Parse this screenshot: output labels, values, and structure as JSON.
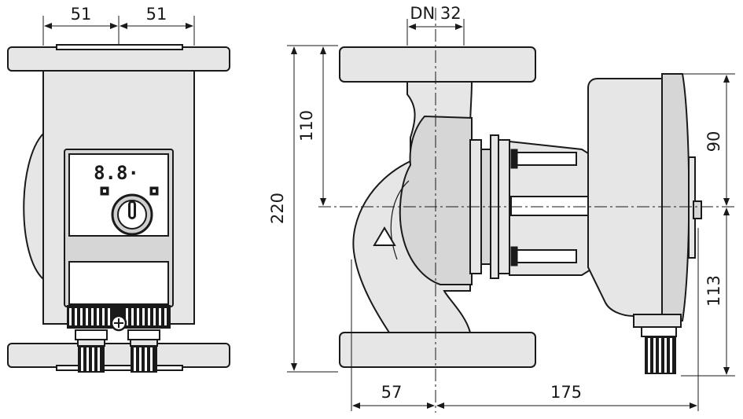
{
  "dimensions": {
    "left_half_width": "51",
    "right_half_width": "51",
    "nominal_diameter": "DN 32",
    "height_to_axis": "110",
    "overall_height": "220",
    "motor_upper": "90",
    "motor_lower": "113",
    "depth_front": "57",
    "depth_back": "175"
  },
  "display": {
    "readout": "8.8·"
  },
  "symbols": [
    "pump-flow-direction-triangle-icon",
    "control-knob-icon",
    "display-key-icon"
  ],
  "colors": {
    "line": "#1a1a1a",
    "body_fill": "#e6e6e6",
    "background": "#ffffff"
  }
}
